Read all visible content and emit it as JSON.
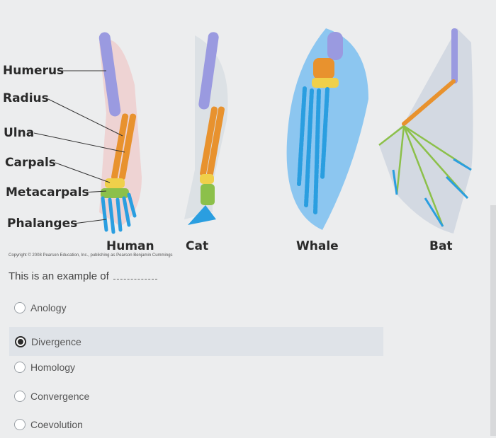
{
  "figure": {
    "bone_labels": [
      "Humerus",
      "Radius",
      "Ulna",
      "Carpals",
      "Metacarpals",
      "Phalanges"
    ],
    "species": [
      "Human",
      "Cat",
      "Whale",
      "Bat"
    ],
    "copyright": "Copyright © 2008 Pearson Education, Inc., publishing as Pearson Benjamin Cummings",
    "colors": {
      "humerus": "#9a9ae0",
      "radius_ulna": "#e8922e",
      "carpals": "#f0d04a",
      "metacarpals": "#8cc04a",
      "phalanges": "#2a9ee0"
    }
  },
  "question": {
    "text": "This is an example of",
    "options": [
      {
        "label": "Anology",
        "selected": false
      },
      {
        "label": "Divergence",
        "selected": true
      },
      {
        "label": "Homology",
        "selected": false
      },
      {
        "label": "Convergence",
        "selected": false
      },
      {
        "label": "Coevolution",
        "selected": false
      }
    ]
  }
}
